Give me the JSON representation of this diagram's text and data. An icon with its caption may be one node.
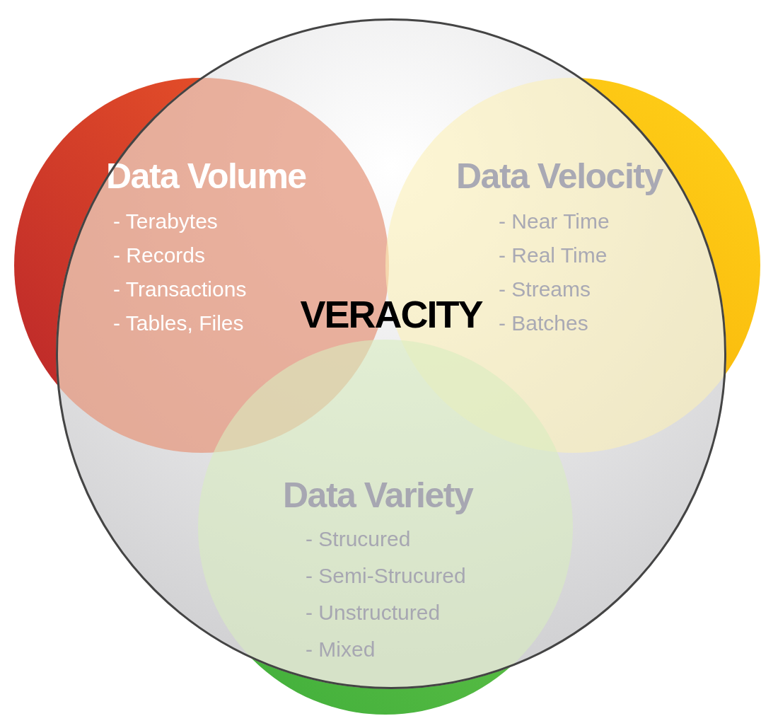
{
  "diagram": {
    "nodes": [
      {
        "text": [
          "VERACITY"
        ]
      },
      {
        "text": [
          "Data Volume",
          "- Terabytes",
          "- Records",
          "- Transactions",
          "- Tables, Files"
        ]
      },
      {
        "text": [
          "Data Velocity",
          "- Near Time",
          "- Real Time",
          "- Streams",
          "- Batches"
        ]
      },
      {
        "text": [
          "Data Variety",
          "- Strucured",
          "- Semi-Strucured",
          "- Unstructured",
          "- Mixed"
        ]
      }
    ]
  }
}
